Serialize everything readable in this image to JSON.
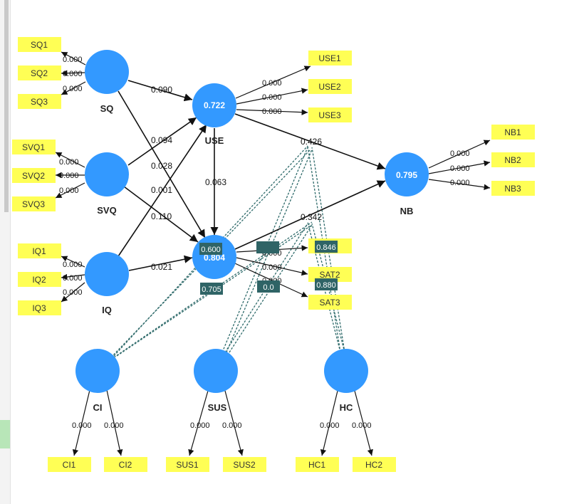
{
  "colors": {
    "latent": "#3399ff",
    "indicator": "#ffff55",
    "moderator_line": "#2f6b6b",
    "overlay_box": "#2f6466"
  },
  "latents": {
    "SQ": {
      "name": "SQ"
    },
    "SVQ": {
      "name": "SVQ"
    },
    "IQ": {
      "name": "IQ"
    },
    "USE": {
      "name": "USE",
      "r2": "0.722"
    },
    "SAT": {
      "r2": "0.804"
    },
    "NB": {
      "name": "NB",
      "r2": "0.795"
    },
    "CI": {
      "name": "CI"
    },
    "SUS": {
      "name": "SUS"
    },
    "HC": {
      "name": "HC"
    }
  },
  "indicators": {
    "SQ1": "SQ1",
    "SQ2": "SQ2",
    "SQ3": "SQ3",
    "SVQ1": "SVQ1",
    "SVQ2": "SVQ2",
    "SVQ3": "SVQ3",
    "IQ1": "IQ1",
    "IQ2": "IQ2",
    "IQ3": "IQ3",
    "USE1": "USE1",
    "USE2": "USE2",
    "USE3": "USE3",
    "SAT2": "SAT2",
    "SAT3": "SAT3",
    "NB1": "NB1",
    "NB2": "NB2",
    "NB3": "NB3",
    "CI1": "CI1",
    "CI2": "CI2",
    "SUS1": "SUS1",
    "SUS2": "SUS2",
    "HC1": "HC1",
    "HC2": "HC2"
  },
  "loading_value": "0.000",
  "paths": {
    "sq_use": "0.090",
    "svq_use": "0.094",
    "sq_sat": "0.028",
    "iq_use": "0.001",
    "svq_sat": "0.110",
    "iq_sat": "0.021",
    "use_sat": "0.063",
    "use_nb": "0.426",
    "sat_nb": "0.342"
  },
  "overlays": {
    "o1": "0.600",
    "o2": "0.705",
    "o3": "0.846",
    "o4": "0.880",
    "o5": "0.0"
  }
}
